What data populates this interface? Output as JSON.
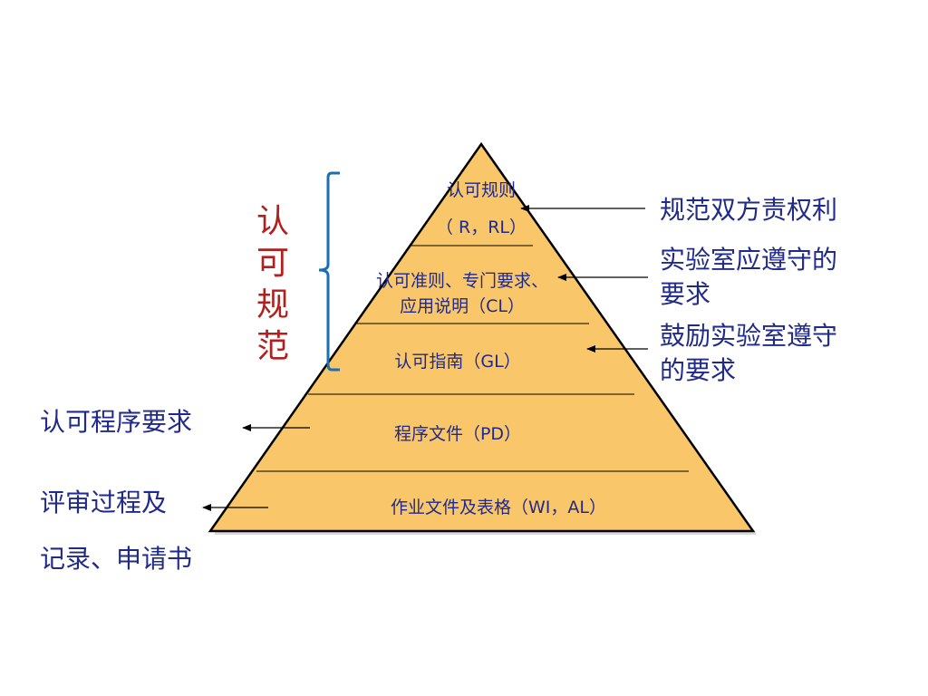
{
  "tiers": [
    {
      "line1": "认可规则",
      "line2": "（ R，RL）"
    },
    {
      "line1": "认可准则、专门要求、",
      "line2": "应用说明（CL）"
    },
    {
      "line1": "认可指南（GL）"
    },
    {
      "line1": "程序文件（PD）"
    },
    {
      "line1": "作业文件及表格（WI，AL）"
    }
  ],
  "bracket_label": "认可规范",
  "right_labels": [
    {
      "text": "规范双方责权利"
    },
    {
      "line1": "实验室应遵守的",
      "line2": "要求"
    },
    {
      "line1": "鼓励实验室遵守",
      "line2": "的要求"
    }
  ],
  "left_labels": [
    {
      "text": "认可程序要求"
    },
    {
      "line1": "评审过程及",
      "line2": "记录、申请书"
    }
  ],
  "colors": {
    "pyramid_fill": "#f9c76a",
    "pyramid_outline": "#000000",
    "text": "#1f2a8a",
    "bracket": "#1a6fb3",
    "bracket_label": "#b0201e"
  }
}
